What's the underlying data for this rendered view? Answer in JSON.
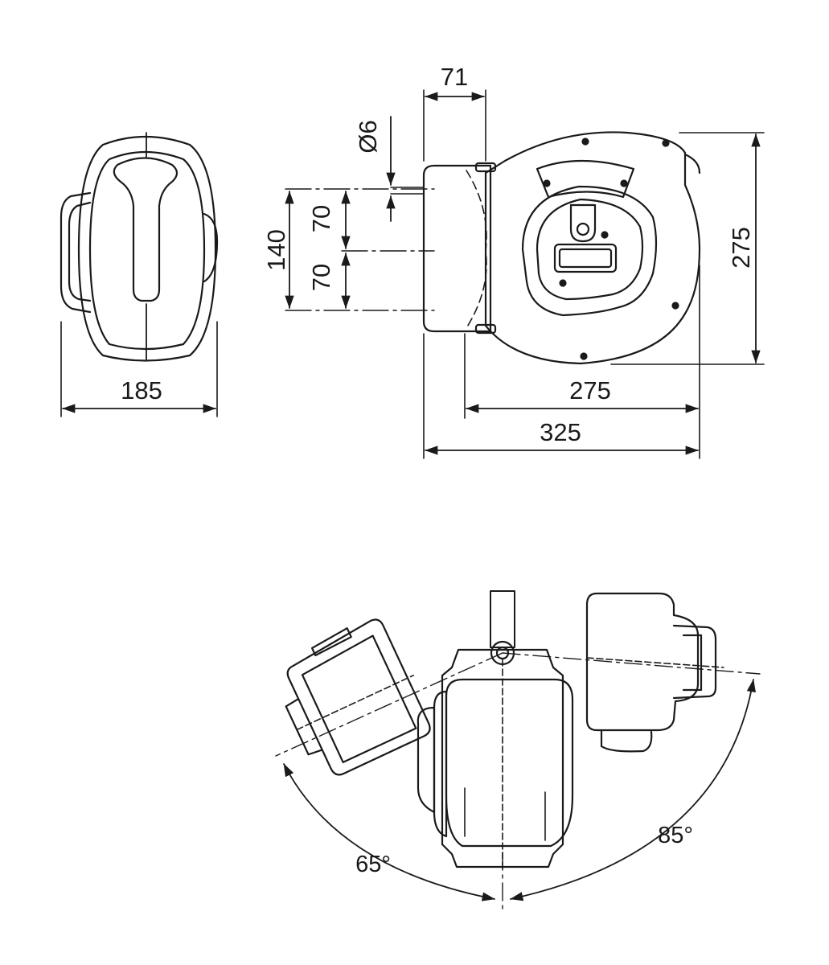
{
  "colors": {
    "line": "#1a1a1a",
    "background": "#ffffff"
  },
  "views": {
    "front": {
      "width_label": "185"
    },
    "side": {
      "depth_top_label": "71",
      "hose_diameter_label": "Ø6",
      "mount_total_label": "140",
      "mount_upper_label": "70",
      "mount_lower_label": "70",
      "height_label": "275",
      "drum_width_label": "275",
      "total_width_label": "325"
    },
    "swivel": {
      "left_angle_label": "65°",
      "right_angle_label": "85°"
    }
  }
}
